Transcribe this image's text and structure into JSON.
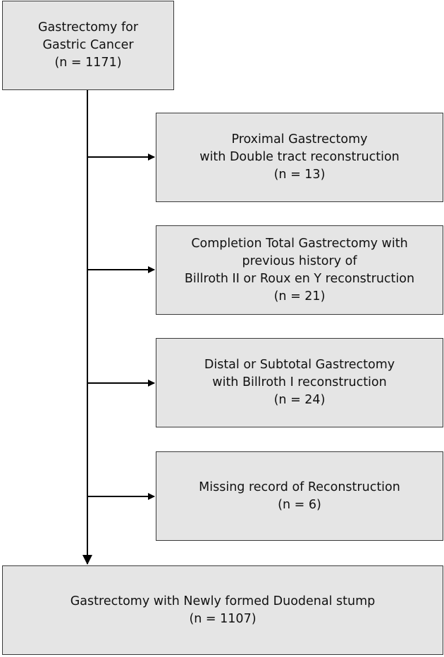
{
  "flowchart": {
    "top": {
      "lines": [
        "Gastrectomy for",
        "Gastric Cancer",
        "(n = 1171)"
      ]
    },
    "exclusions": [
      {
        "lines": [
          "Proximal Gastrectomy",
          "with Double tract reconstruction",
          "(n = 13)"
        ]
      },
      {
        "lines": [
          "Completion Total Gastrectomy with",
          "previous history of",
          "Billroth II or Roux en Y reconstruction",
          "(n = 21)"
        ]
      },
      {
        "lines": [
          "Distal or Subtotal Gastrectomy",
          "with Billroth I reconstruction",
          "(n = 24)"
        ]
      },
      {
        "lines": [
          "Missing record of Reconstruction",
          "(n = 6)"
        ]
      }
    ],
    "bottom": {
      "lines": [
        "Gastrectomy with Newly formed Duodenal stump",
        "(n = 1107)"
      ]
    }
  },
  "colors": {
    "box_fill": "#e5e5e5",
    "box_border": "#3a3a3a",
    "line": "#000000"
  }
}
